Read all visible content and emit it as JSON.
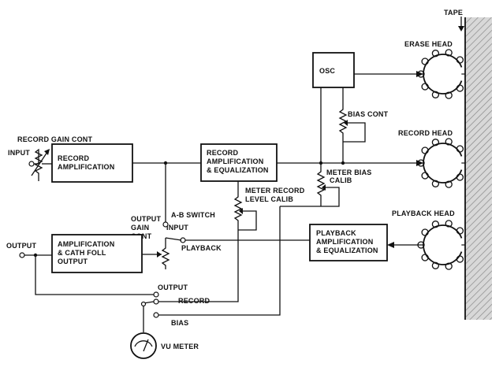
{
  "tape": {
    "label": "TAPE"
  },
  "heads": {
    "erase": "ERASE HEAD",
    "record": "RECORD HEAD",
    "playback": "PLAYBACK HEAD"
  },
  "blocks": {
    "osc": [
      "OSC"
    ],
    "record_amp": [
      "RECORD",
      "AMPLIFICATION"
    ],
    "record_eq": [
      "RECORD",
      "AMPLIFICATION",
      "& EQUALIZATION"
    ],
    "playback_eq": [
      "PLAYBACK",
      "AMPLIFICATION",
      "& EQUALIZATION"
    ],
    "output_amp": [
      "AMPLIFICATION",
      "& CATH FOLL",
      "OUTPUT"
    ]
  },
  "controls": {
    "record_gain": "RECORD GAIN CONT",
    "bias_cont": "BIAS CONT",
    "meter_bias": [
      "METER BIAS",
      "CALIB"
    ],
    "meter_record": [
      "METER RECORD",
      "LEVEL CALIB"
    ],
    "output_gain": [
      "OUTPUT",
      "GAIN",
      "CONT"
    ],
    "ab_switch": "A-B SWITCH"
  },
  "terminals": {
    "input_left": "INPUT",
    "output_left": "OUTPUT",
    "switch_input": "INPUT",
    "switch_playback": "PLAYBACK",
    "meter_output": "OUTPUT",
    "meter_record": "RECORD",
    "meter_bias": "BIAS"
  },
  "meter": {
    "label": "VU METER"
  }
}
